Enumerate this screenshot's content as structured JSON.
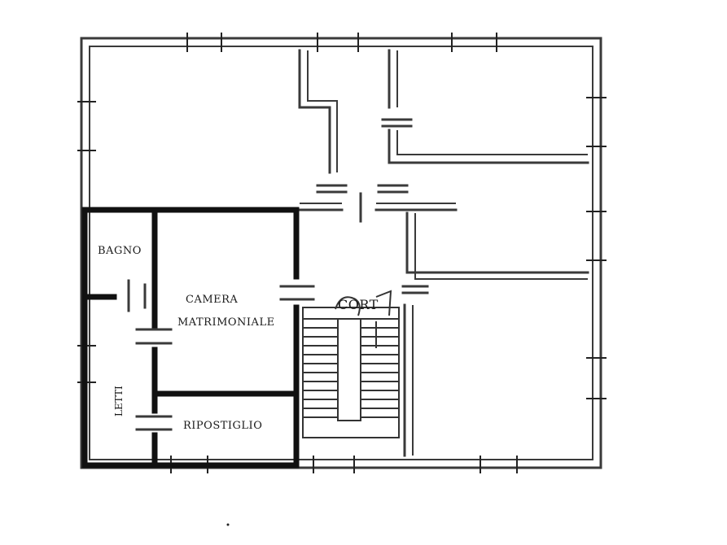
{
  "rooms": {
    "bagno": "BAGNO",
    "camera_line1": "CAMERA",
    "camera_line2": "MATRIMONIALE",
    "ripostiglio": "RIPOSTIGLIO",
    "letto": "LETTI",
    "stair_label": "CORT"
  },
  "colors": {
    "wall_thick": "#111111",
    "wall_thin": "#3a3a3a",
    "background": "#ffffff"
  }
}
